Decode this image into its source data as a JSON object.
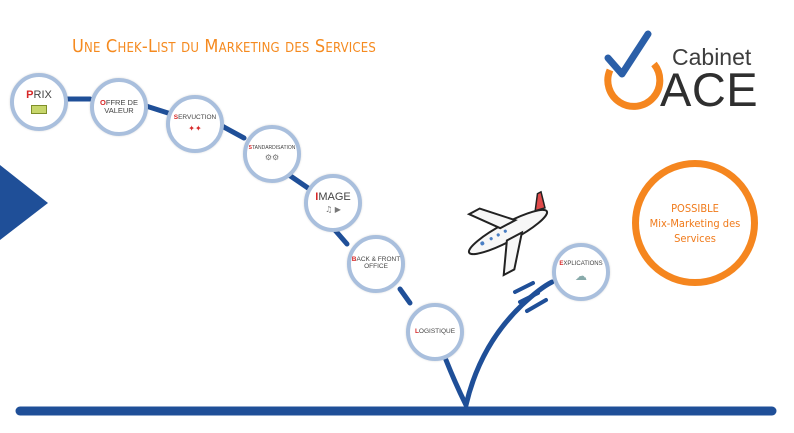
{
  "title": "Une Chek-List du Marketing des Services",
  "brand": {
    "top": "Cabinet",
    "main": "ACE"
  },
  "possible": {
    "line1": "POSSIBLE",
    "line2": "Mix-Marketing des",
    "line3": "Services"
  },
  "nodes": [
    {
      "first": "P",
      "rest": "RIX"
    },
    {
      "first": "O",
      "rest": "FFRE DE VALEUR"
    },
    {
      "first": "S",
      "rest": "ERVUCTION"
    },
    {
      "first": "S",
      "rest": "TANDARDISATION"
    },
    {
      "first": "I",
      "rest": "MAGE"
    },
    {
      "first": "B",
      "rest": "ACK & FRONT OFFICE"
    },
    {
      "first": "L",
      "rest": "OGISTIQUE"
    },
    {
      "first": "E",
      "rest": "XPLICATIONS"
    }
  ],
  "colors": {
    "accent": "#f5861f",
    "nodeBorder": "#a9bfdd",
    "connector": "#1f4f98",
    "highlight": "#d62828"
  },
  "icons": [
    "money-icon",
    "gears-icon",
    "cloud-icon",
    "airplane-icon",
    "checkmark-icon",
    "play-arrow-icon"
  ]
}
